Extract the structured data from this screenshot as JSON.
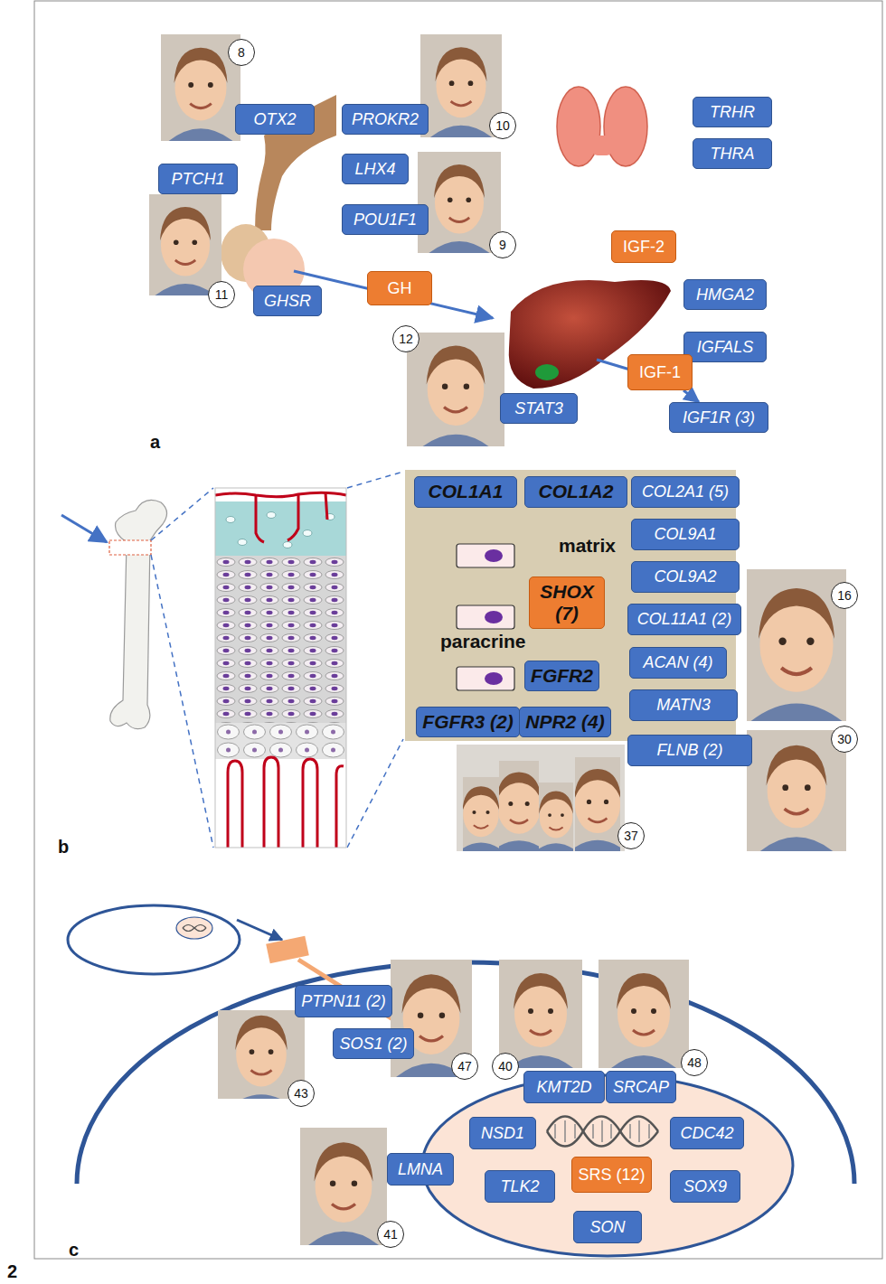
{
  "diagram": {
    "nodes": [
      {
        "text": [
          "OTX2"
        ]
      },
      {
        "text": [
          "PROKR2"
        ]
      },
      {
        "text": [
          "TRHR"
        ]
      },
      {
        "text": [
          "THRA"
        ]
      },
      {
        "text": [
          "PTCH1"
        ]
      },
      {
        "text": [
          "LHX4"
        ]
      },
      {
        "text": [
          "POU1F1"
        ]
      },
      {
        "text": [
          "GH"
        ]
      },
      {
        "text": [
          "GHSR"
        ]
      },
      {
        "text": [
          "IGF-2"
        ]
      },
      {
        "text": [
          "HMGA2"
        ]
      },
      {
        "text": [
          "IGFALS"
        ]
      },
      {
        "text": [
          "IGF-1"
        ]
      },
      {
        "text": [
          "STAT3"
        ]
      },
      {
        "text": [
          "IGF1R (3)"
        ]
      },
      {
        "text": [
          "matrix",
          "paracrine"
        ]
      },
      {
        "text": [
          "COL1A1"
        ],
        "in": 15
      },
      {
        "text": [
          "COL1A2"
        ],
        "in": 15
      },
      {
        "text": [
          "SHOX (7)"
        ],
        "in": 15
      },
      {
        "text": [
          "FGFR2"
        ],
        "in": 15
      },
      {
        "text": [
          "FGFR3 (2)"
        ],
        "in": 15
      },
      {
        "text": [
          "NPR2 (4)"
        ],
        "in": 15
      },
      {
        "text": [
          "COL2A1 (5)"
        ]
      },
      {
        "text": [
          "COL9A1"
        ]
      },
      {
        "text": [
          "COL9A2"
        ]
      },
      {
        "text": [
          "COL11A1 (2)"
        ]
      },
      {
        "text": [
          "ACAN (4)"
        ]
      },
      {
        "text": [
          "MATN3"
        ]
      },
      {
        "text": [
          "FLNB (2)"
        ]
      },
      {
        "text": [
          "PTPN11 (2)"
        ]
      },
      {
        "text": [
          "SOS1 (2)"
        ]
      },
      {
        "text": [
          "KMT2D"
        ]
      },
      {
        "text": [
          "SRCAP"
        ]
      },
      {
        "text": [
          "NSD1"
        ]
      },
      {
        "text": [
          "CDC42"
        ]
      },
      {
        "text": [
          "LMNA"
        ]
      },
      {
        "text": [
          "TLK2"
        ]
      },
      {
        "text": [
          "SRS (12)"
        ]
      },
      {
        "text": [
          "SOX9"
        ]
      },
      {
        "text": [
          "SON"
        ]
      }
    ],
    "edges": [
      {
        "from": 12,
        "to": 14,
        "arrow": "to"
      }
    ],
    "labels": [
      "8",
      "10",
      "9",
      "11",
      "12",
      "a",
      "16",
      "30",
      "37",
      "b",
      "43",
      "47",
      "40",
      "48",
      "41",
      "c",
      "2"
    ]
  }
}
